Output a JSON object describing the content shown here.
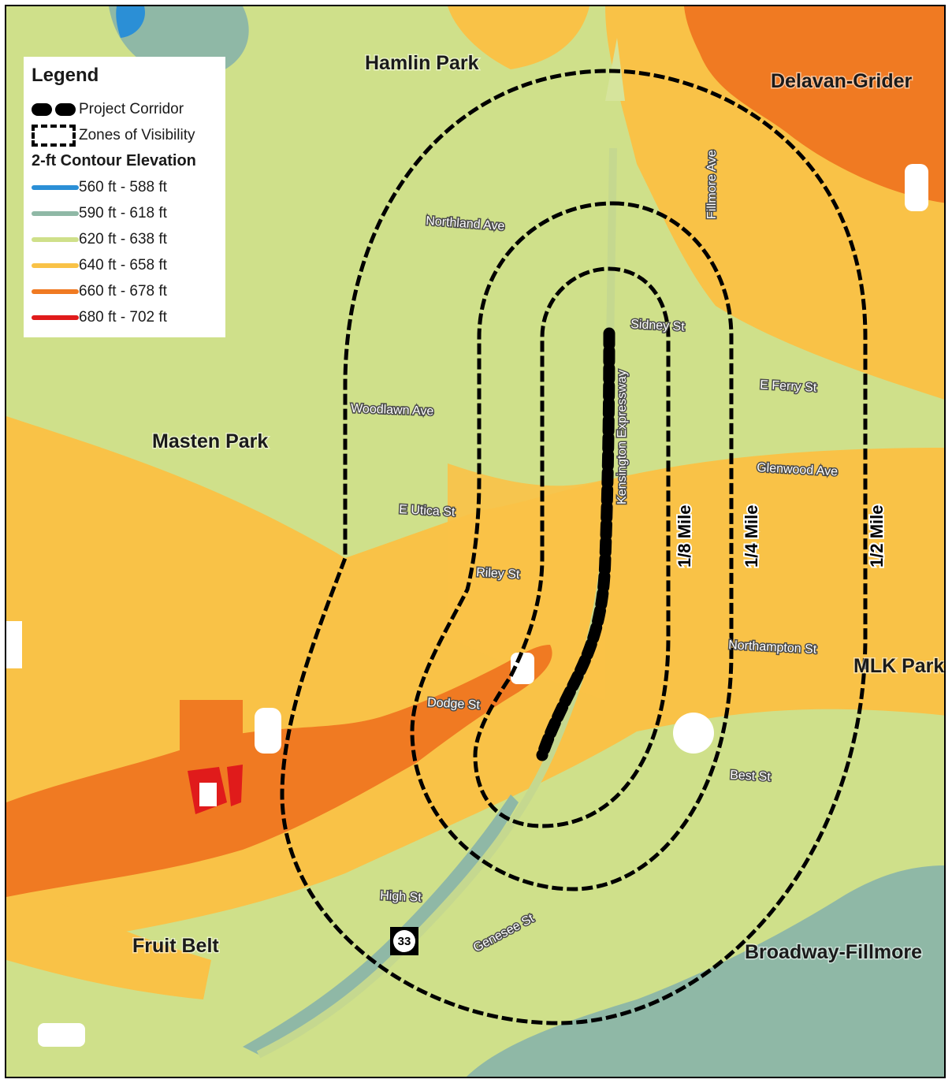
{
  "legend": {
    "title": "Legend",
    "project_corridor": "Project Corridor",
    "zones_of_visibility": "Zones of Visibility",
    "elevation_title": "2-ft Contour Elevation",
    "elevation_classes": [
      {
        "label": "560 ft - 588 ft",
        "color": "#2b8fd6"
      },
      {
        "label": "590 ft - 618 ft",
        "color": "#8fb8a6"
      },
      {
        "label": "620 ft - 638 ft",
        "color": "#cfe08a"
      },
      {
        "label": "640 ft - 658 ft",
        "color": "#f9c247"
      },
      {
        "label": "660 ft - 678 ft",
        "color": "#f07a22"
      },
      {
        "label": "680 ft - 702 ft",
        "color": "#e01b1b"
      }
    ]
  },
  "neighborhoods": {
    "hamlin_park": "Hamlin Park",
    "delavan_grider": "Delavan-Grider",
    "masten_park": "Masten Park",
    "mlk_park": "MLK Park",
    "fruit_belt": "Fruit Belt",
    "broadway_fillmore": "Broadway-Fillmore"
  },
  "streets": {
    "northland": "Northland Ave",
    "fillmore": "Fillmore Ave",
    "sidney": "Sidney St",
    "kensington": "Kensington Expressway",
    "e_ferry": "E Ferry St",
    "woodlawn": "Woodlawn Ave",
    "glenwood": "Glenwood Ave",
    "e_utica": "E Utica St",
    "riley": "Riley St",
    "northampton": "Northampton St",
    "dodge": "Dodge St",
    "best": "Best St",
    "high": "High St",
    "genesee": "Genesee St"
  },
  "rings": {
    "eighth": "1/8 Mile",
    "quarter": "1/4 Mile",
    "half": "1/2 Mile"
  },
  "route_shield": "33"
}
